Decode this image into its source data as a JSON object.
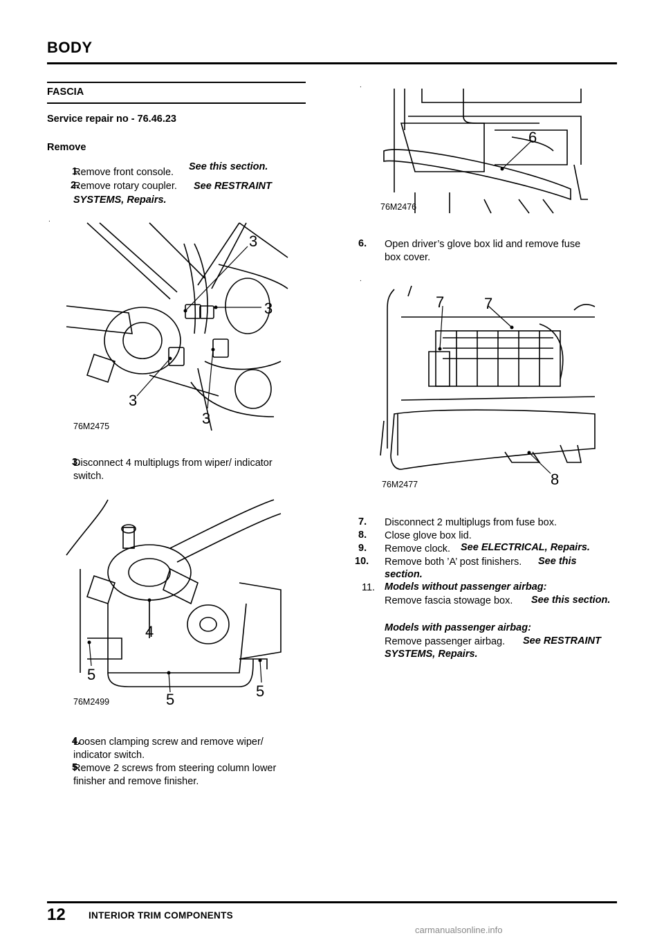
{
  "header": {
    "title": "BODY"
  },
  "left": {
    "section_title": "FASCIA",
    "service_repair": "Service repair no - 76.46.23",
    "remove_heading": "Remove",
    "step1_num": "1.",
    "step1_text": "Remove front console.",
    "step1_ref": "See this section.",
    "step2_num": "2.",
    "step2_text": "Remove rotary coupler.",
    "step2_ref": "See  RESTRAINT",
    "step2_ref2": "SYSTEMS, Repairs.",
    "fig1_code": "76M2475",
    "fig1_callouts": [
      "3",
      "3",
      "3",
      "3"
    ],
    "step3_num": "3.",
    "step3_text": "Disconnect 4 multiplugs from wiper/ indicator",
    "step3_text2": "switch.",
    "fig2_code": "76M2499",
    "fig2_callouts": [
      "4",
      "5",
      "5",
      "5"
    ],
    "step4_num": "4.",
    "step4_text": "Loosen clamping screw and remove wiper/",
    "step4_text2": "indicator switch.",
    "step5_num": "5.",
    "step5_text": "Remove 2 screws from steering column lower",
    "step5_text2": "finisher and remove finisher."
  },
  "right": {
    "fig3_code": "76M2476",
    "fig3_callout": "6",
    "step6_num": "6.",
    "step6_text": "Open driver’s glove box lid and remove fuse",
    "step6_text2": "box cover.",
    "fig4_code": "76M2477",
    "fig4_callouts": [
      "7",
      "7",
      "8"
    ],
    "step7_num": "7.",
    "step7_text": "Disconnect 2 multiplugs from fuse box.",
    "step8_num": "8.",
    "step8_text": "Close glove box lid.",
    "step9_num": "9.",
    "step9_text": "Remove clock.",
    "step9_ref": "See  ELECTRICAL, Repairs.",
    "step10_num": "10.",
    "step10_text": "Remove both ’A’ post finishers.",
    "step10_ref": "See this",
    "step10_ref2": "section.",
    "step11_num": "11.",
    "models_without": "Models without passenger airbag:",
    "without_text": "Remove fascia stowage box.",
    "without_ref": "See this section.",
    "models_with": "Models with passenger airbag:",
    "with_text": "Remove passenger airbag.",
    "with_ref": "See  RESTRAINT",
    "with_ref2": "SYSTEMS, Repairs."
  },
  "footer": {
    "page_number": "12",
    "section": "INTERIOR TRIM COMPONENTS"
  },
  "watermark": "carmanualsonline.info"
}
